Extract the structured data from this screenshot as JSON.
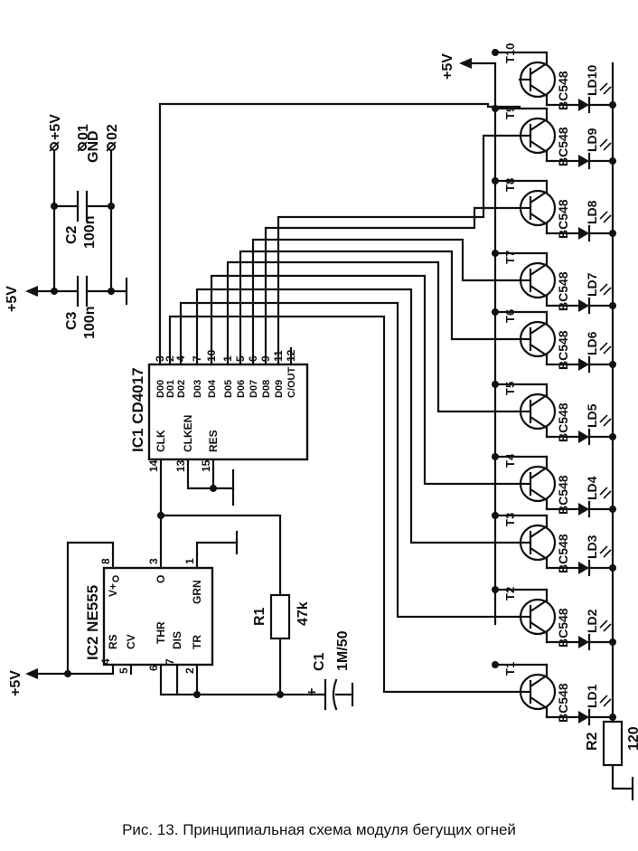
{
  "caption": "Рис. 13. Принципиальная схема модуля бегущих огней",
  "rails": {
    "vcc": "+5V",
    "gnd": "GND"
  },
  "connector": {
    "pin1": "01",
    "pin2": "02",
    "vcc": "+5V",
    "gnd": "GND"
  },
  "capacitors": [
    {
      "ref": "C2",
      "value": "100n"
    },
    {
      "ref": "C3",
      "value": "100n"
    },
    {
      "ref": "C1",
      "value": "1M/50",
      "polarity": "+"
    }
  ],
  "resistors": [
    {
      "ref": "R1",
      "value": "47k"
    },
    {
      "ref": "R2",
      "value": "120"
    }
  ],
  "ic1": {
    "name": "IC1 CD4017",
    "pins_left": [
      {
        "name": "CLK",
        "num": "14"
      },
      {
        "name": "CLKEN",
        "num": "13"
      },
      {
        "name": "RES",
        "num": "15"
      }
    ],
    "outputs": [
      {
        "name": "D00",
        "num": "3"
      },
      {
        "name": "D01",
        "num": "2"
      },
      {
        "name": "D02",
        "num": "4"
      },
      {
        "name": "D03",
        "num": "7"
      },
      {
        "name": "D04",
        "num": "10"
      },
      {
        "name": "D05",
        "num": "1"
      },
      {
        "name": "D06",
        "num": "5"
      },
      {
        "name": "D07",
        "num": "6"
      },
      {
        "name": "D08",
        "num": "9"
      },
      {
        "name": "D09",
        "num": "11"
      },
      {
        "name": "C/OUT",
        "num": "12"
      }
    ]
  },
  "ic2": {
    "name": "IC2 NE555",
    "pins": [
      {
        "name": "RS",
        "num": "4"
      },
      {
        "name": "CV",
        "num": "5"
      },
      {
        "name": "THR",
        "num": "6"
      },
      {
        "name": "DIS",
        "num": "7"
      },
      {
        "name": "TR",
        "num": "2"
      },
      {
        "name": "V+",
        "num": "8"
      },
      {
        "name": "O",
        "num": "3"
      },
      {
        "name": "GRN",
        "num": "1"
      }
    ]
  },
  "transistors": [
    {
      "ref": "T1",
      "type": "BC548"
    },
    {
      "ref": "T2",
      "type": "BC548"
    },
    {
      "ref": "T3",
      "type": "BC548"
    },
    {
      "ref": "T4",
      "type": "BC548"
    },
    {
      "ref": "T5",
      "type": "BC548"
    },
    {
      "ref": "T6",
      "type": "BC548"
    },
    {
      "ref": "T7",
      "type": "BC548"
    },
    {
      "ref": "T8",
      "type": "BC548"
    },
    {
      "ref": "T9",
      "type": "BC548"
    },
    {
      "ref": "T10",
      "type": "BC548"
    }
  ],
  "leds": [
    "LD1",
    "LD2",
    "LD3",
    "LD4",
    "LD5",
    "LD6",
    "LD7",
    "LD8",
    "LD9",
    "LD10"
  ]
}
